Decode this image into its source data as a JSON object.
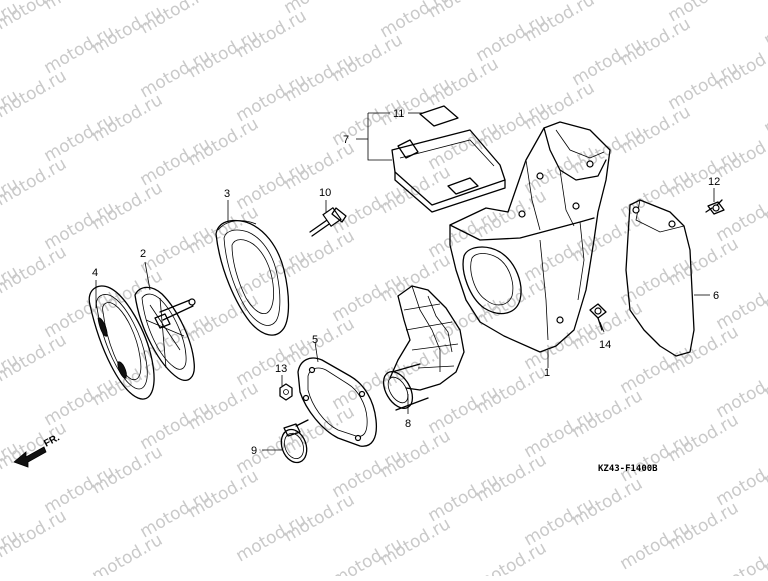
{
  "diagram": {
    "watermark_text": "motod.ru",
    "diagram_code": "KZ43-F1400B",
    "front_label": "FR.",
    "callouts": {
      "c1": "1",
      "c2": "2",
      "c3": "3",
      "c4": "4",
      "c5": "5",
      "c6": "6",
      "c7": "7",
      "c8": "8",
      "c9": "9",
      "c10": "10",
      "c11": "11",
      "c12": "12",
      "c13": "13",
      "c14": "14"
    }
  },
  "colors": {
    "line": "#000000",
    "watermark": "#c9c9c9",
    "background": "#ffffff"
  }
}
